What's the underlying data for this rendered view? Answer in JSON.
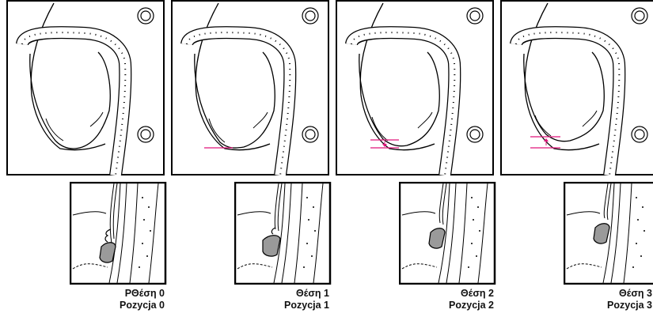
{
  "positions": [
    {
      "greek": "PΘέση 0",
      "polish": "Pozycja 0",
      "lowered": false,
      "arrow": "none"
    },
    {
      "greek": "Θέση 1",
      "polish": "Pozycja 1",
      "lowered": true,
      "arrow": "none"
    },
    {
      "greek": "Θέση 2",
      "polish": "Pozycja 2",
      "lowered": true,
      "arrow": "down"
    },
    {
      "greek": "Θέση 3",
      "polish": "Pozycja 3",
      "lowered": true,
      "arrow": "up"
    }
  ],
  "colors": {
    "line": "#000000",
    "indicator": "#e0157a",
    "pad": "#9a9a9a"
  }
}
